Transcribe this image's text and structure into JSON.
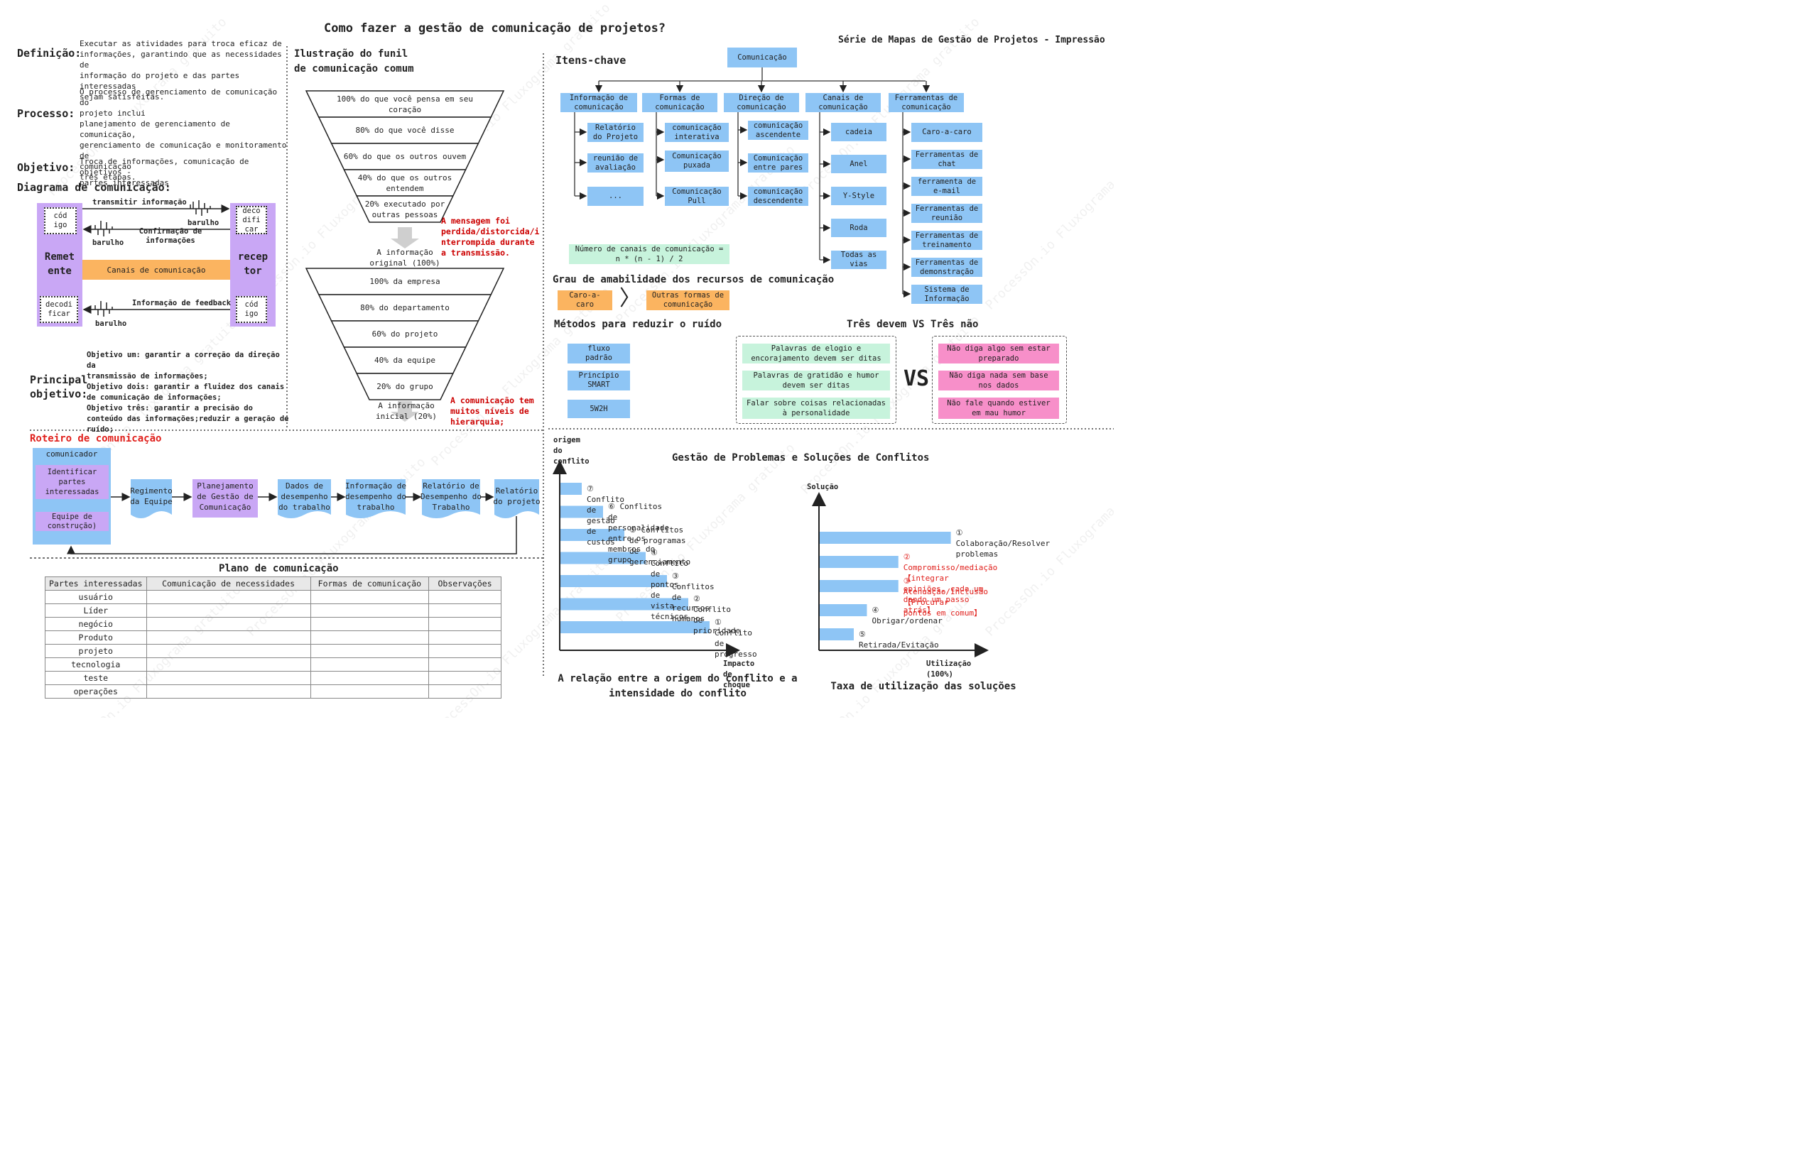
{
  "title": "Como fazer a gestão de comunicação de projetos?",
  "series": "Série de Mapas de Gestão de Projetos - Impressão",
  "watermark": "ProcessOn.io Fluxograma gratuito",
  "definicao": {
    "label": "Definição:",
    "text": "Executar as atividades para troca eficaz de\ninformações, garantindo que as necessidades de\ninformação do projeto e das partes interessadas\nsejam satisfeitas."
  },
  "processo": {
    "label": "Processo:",
    "text": "O processo de gerenciamento de comunicação do\nprojeto inclui\nplanejamento de gerenciamento de comunicação,\ngerenciamento de comunicação e monitoramento de\ncomunicação\ntrês etapas."
  },
  "objetivo": {
    "label": "Objetivo:",
    "text": "Troca de informações, comunicação de objetivos -\npartes interessadas"
  },
  "diagrama": {
    "title": "Diagrama de comunicação:",
    "transmitir": "transmitir informação",
    "barulho": "barulho",
    "confirmacao": "Confirmação de\ninformações",
    "remetente": "Remet\nente",
    "receptor": "recep\ntor",
    "canais": "Canais de comunicação",
    "feedback": "Informação de feedback",
    "codigo": "cód\nigo",
    "decodificar": "deco\ndifi\ncar",
    "decodificar2": "decodi\nficar",
    "codigo2": "cód\nigo"
  },
  "principal": {
    "label": "Principal\nobjetivo:",
    "text": "Objetivo um: garantir a correção da direção da\ntransmissão de informações;\nObjetivo dois: garantir a fluidez dos canais\nde comunicação de informações;\nObjetivo três: garantir a precisão do\nconteúdo das informações;reduzir a geração de\nruído;"
  },
  "funil": {
    "title": "Ilustração do funil\nde comunicação comum",
    "top": [
      "100% do que você pensa em seu\ncoração",
      "80% do que você disse",
      "60% do que os outros ouvem",
      "40% do que os outros\nentendem",
      "20% executado por\noutras pessoas"
    ],
    "top_note": "A mensagem foi\nperdida/distorcida/i\nnterrompida durante\na transmissão.",
    "top_caption": "A informação\noriginal (100%)",
    "bottom": [
      "100% da empresa",
      "80% do departamento",
      "60% do projeto",
      "40% da equipe",
      "20% do grupo"
    ],
    "bottom_note": "A comunicação tem\nmuitos níveis de\nhierarquia;",
    "bottom_caption": "A informação\ninicial (20%)"
  },
  "itens": {
    "title": "Itens-chave",
    "root": "Comunicação",
    "cols": [
      {
        "head": "Informação de\ncomunicação",
        "items": [
          "Relatório\ndo Projeto",
          "reunião de\navaliação",
          "..."
        ]
      },
      {
        "head": "Formas de\ncomunicação",
        "items": [
          "comunicação\ninterativa",
          "Comunicação\npuxada",
          "Comunicação\nPull"
        ]
      },
      {
        "head": "Direção de\ncomunicação",
        "items": [
          "comunicação\nascendente",
          "Comunicação\nentre pares",
          "comunicação\ndescendente"
        ]
      },
      {
        "head": "Canais de\ncomunicação",
        "items": [
          "cadeia",
          "Anel",
          "Y-Style",
          "Roda",
          "Todas as\nvias"
        ]
      },
      {
        "head": "Ferramentas de\ncomunicação",
        "items": [
          "Caro-a-caro",
          "Ferramentas de\nchat",
          "ferramenta de\ne-mail",
          "Ferramentas de\nreunião",
          "Ferramentas de\ntreinamento",
          "Ferramentas de\ndemonstração",
          "Sistema de\nInformação"
        ]
      }
    ],
    "formula": "Número de canais de comunicação =\nn * (n - 1) / 2"
  },
  "grau": {
    "title": "Grau de amabilidade dos recursos de comunicação",
    "a": "Caro-a-\ncaro",
    "b": "Outras formas de\ncomunicação"
  },
  "metodos": {
    "title": "Métodos para reduzir o ruído",
    "items": [
      "fluxo\npadrão",
      "Princípio\nSMART",
      "5W2H"
    ]
  },
  "tres": {
    "title": "Três devem VS Três não",
    "devem": [
      "Palavras de elogio e\nencorajamento devem ser ditas",
      "Palavras de gratidão e humor\ndevem ser ditas",
      "Falar sobre coisas relacionadas\nà personalidade"
    ],
    "vs": "VS",
    "nao": [
      "Não diga algo sem estar\npreparado",
      "Não diga nada sem base\nnos dados",
      "Não fale quando estiver\nem mau humor"
    ]
  },
  "roteiro": {
    "title": "Roteiro de comunicação",
    "comunicador": "comunicador",
    "identificar": "Identificar\npartes\ninteressadas",
    "equipe": "Equipe de\nconstrução)",
    "steps": [
      "Regimento\nda Equipe",
      "Planejamento\nde Gestão de\nComunicação",
      "Dados de\ndesempenho\ndo trabalho",
      "Informação de\ndesempenho do\ntrabalho",
      "Relatório de\nDesempenho do\nTrabalho",
      "Relatório\ndo projeto"
    ]
  },
  "plano": {
    "title": "Plano de comunicação",
    "headers": [
      "Partes interessadas",
      "Comunicação de necessidades",
      "Formas de comunicação",
      "Observações"
    ],
    "rows": [
      "usuário",
      "Líder",
      "negócio",
      "Produto",
      "projeto",
      "tecnologia",
      "teste",
      "operações"
    ]
  },
  "conflitos": {
    "title": "Gestão de Problemas e Soluções de Conflitos"
  },
  "chart_data": [
    {
      "type": "bar",
      "orientation": "horizontal",
      "title": "A relação entre a origem do conflito e a\nintensidade do conflito",
      "ylabel": "origem do\nconflito",
      "xlabel": "Impacto de choque",
      "categories": [
        "⑦ Conflito de gestão de custos",
        "⑥ Conflitos de personalidade\nentre os membros do grupo",
        "⑤ Conflitos de programas de\ngerenciamento",
        "④ Conflito de pontos de\nvista técnicos",
        "③ Conflitos de\nrecursos humanos",
        "② Conflito de\nprioridade",
        "① Conflito de\nprogresso"
      ],
      "values": [
        1,
        2,
        3,
        4,
        5,
        6,
        7
      ],
      "xlim": [
        0,
        9
      ]
    },
    {
      "type": "bar",
      "orientation": "horizontal",
      "title": "Taxa de utilização das soluções",
      "ylabel": "Solução",
      "xlabel": "Utilização (100%)",
      "categories": [
        "① Colaboração/Resolver\nproblemas",
        "② Compromisso/mediação【integrar\nopiniões, cada um dando um passo atrás】",
        "③ Atenuação/Inclusão【Procurar\npontos em comum】",
        "④ Obrigar/ordenar",
        "⑤ Retirada/Evitação"
      ],
      "values": [
        5,
        3,
        3,
        1.8,
        1.3
      ],
      "xlim": [
        0,
        6.5
      ],
      "highlight": [
        1,
        2
      ],
      "highlight_color": "#e0201c"
    }
  ],
  "colors": {
    "blue": "#8ec5f5",
    "purple": "#c9a7f5",
    "orange": "#fbb460",
    "green": "#c7f3dc",
    "pink": "#f78fc9",
    "red": "#e0201c"
  }
}
